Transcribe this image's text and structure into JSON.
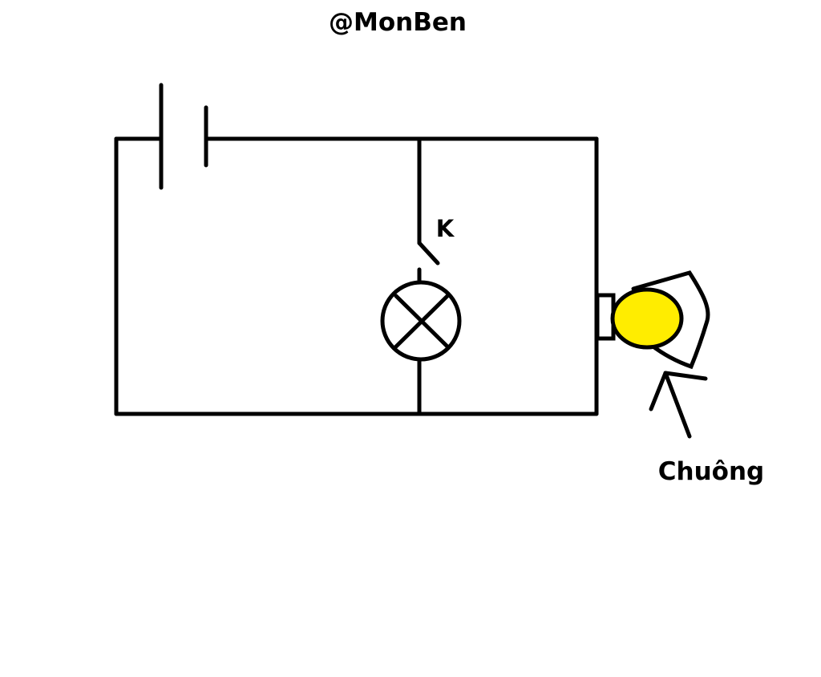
{
  "watermark": "@MonBen",
  "labels": {
    "switch": "K",
    "bell": "Chuông"
  },
  "colors": {
    "background": "#ffffff",
    "wire": "#000000",
    "bell_dome": "#ffed00"
  }
}
